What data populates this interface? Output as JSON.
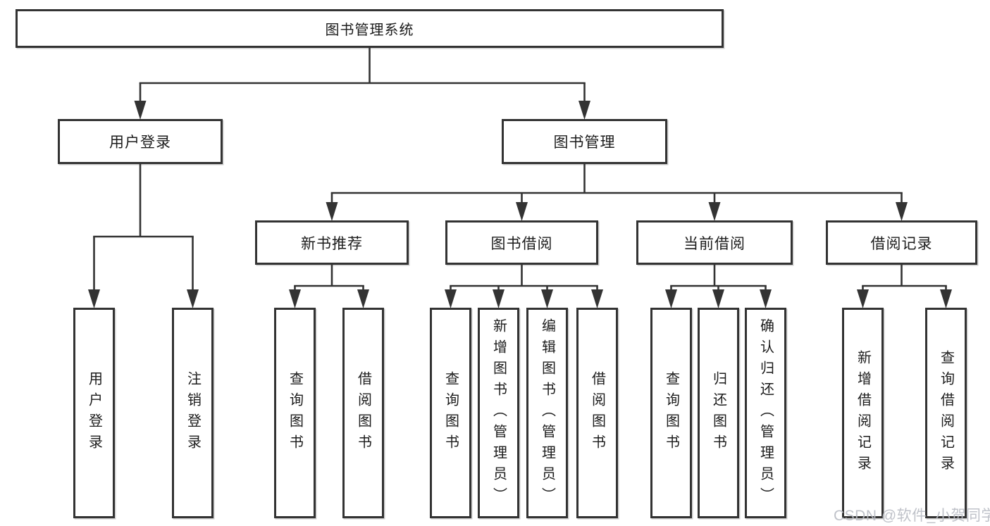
{
  "diagram": {
    "title": "图书管理系统",
    "nodes": [
      {
        "id": "root",
        "label": "图书管理系统",
        "orientation": "horizontal",
        "level": 1
      },
      {
        "id": "user-login",
        "label": "用户登录",
        "orientation": "horizontal",
        "level": 2
      },
      {
        "id": "book-mgmt",
        "label": "图书管理",
        "orientation": "horizontal",
        "level": 2
      },
      {
        "id": "new-book-rec",
        "label": "新书推荐",
        "orientation": "horizontal",
        "level": 3
      },
      {
        "id": "book-borrow",
        "label": "图书借阅",
        "orientation": "horizontal",
        "level": 3
      },
      {
        "id": "current-borrow",
        "label": "当前借阅",
        "orientation": "horizontal",
        "level": 3
      },
      {
        "id": "borrow-records",
        "label": "借阅记录",
        "orientation": "horizontal",
        "level": 3
      },
      {
        "id": "leaf-user-login",
        "label": "用户登录",
        "orientation": "vertical",
        "level": 4
      },
      {
        "id": "leaf-logout",
        "label": "注销登录",
        "orientation": "vertical",
        "level": 4
      },
      {
        "id": "leaf-query-book-1",
        "label": "查询图书",
        "orientation": "vertical",
        "level": 4
      },
      {
        "id": "leaf-borrow-book-1",
        "label": "借阅图书",
        "orientation": "vertical",
        "level": 4
      },
      {
        "id": "leaf-query-book-2",
        "label": "查询图书",
        "orientation": "vertical",
        "level": 4
      },
      {
        "id": "leaf-add-book",
        "label": "新增图书（管理员）",
        "orientation": "vertical",
        "level": 4
      },
      {
        "id": "leaf-edit-book",
        "label": "编辑图书（管理员）",
        "orientation": "vertical",
        "level": 4
      },
      {
        "id": "leaf-borrow-book-2",
        "label": "借阅图书",
        "orientation": "vertical",
        "level": 4
      },
      {
        "id": "leaf-query-book-3",
        "label": "查询图书",
        "orientation": "vertical",
        "level": 4
      },
      {
        "id": "leaf-return-book",
        "label": "归还图书",
        "orientation": "vertical",
        "level": 4
      },
      {
        "id": "leaf-confirm-return",
        "label": "确认归还（管理员）",
        "orientation": "vertical",
        "level": 4
      },
      {
        "id": "leaf-add-record",
        "label": "新增借阅记录",
        "orientation": "vertical",
        "level": 4
      },
      {
        "id": "leaf-query-record",
        "label": "查询借阅记录",
        "orientation": "vertical",
        "level": 4
      }
    ],
    "hierarchy": {
      "root": [
        "user-login",
        "book-mgmt"
      ],
      "user-login": [
        "leaf-user-login",
        "leaf-logout"
      ],
      "book-mgmt": [
        "new-book-rec",
        "book-borrow",
        "current-borrow",
        "borrow-records"
      ],
      "new-book-rec": [
        "leaf-query-book-1",
        "leaf-borrow-book-1"
      ],
      "book-borrow": [
        "leaf-query-book-2",
        "leaf-add-book",
        "leaf-edit-book",
        "leaf-borrow-book-2"
      ],
      "current-borrow": [
        "leaf-query-book-3",
        "leaf-return-book",
        "leaf-confirm-return"
      ],
      "borrow-records": [
        "leaf-add-record",
        "leaf-query-record"
      ]
    },
    "colors": {
      "line": "#333333",
      "box_border": "#333333",
      "box_fill": "#ffffff",
      "text": "#1c1c1c",
      "watermark": "#b9bcc4"
    }
  },
  "watermark": {
    "text": "CSDN @软件_小贺同学"
  }
}
